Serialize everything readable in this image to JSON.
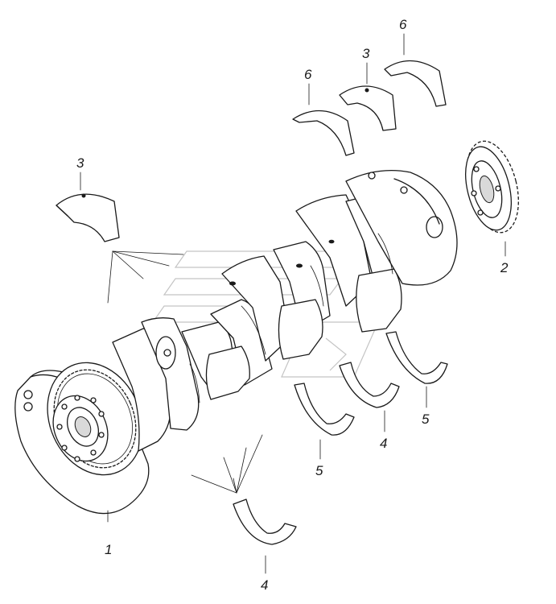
{
  "callouts": [
    {
      "id": "c1",
      "text": "1"
    },
    {
      "id": "c2",
      "text": "2"
    },
    {
      "id": "c3a",
      "text": "3"
    },
    {
      "id": "c3b",
      "text": "3"
    },
    {
      "id": "c4a",
      "text": "4"
    },
    {
      "id": "c4b",
      "text": "4"
    },
    {
      "id": "c5a",
      "text": "5"
    },
    {
      "id": "c5b",
      "text": "5"
    },
    {
      "id": "c6a",
      "text": "6"
    },
    {
      "id": "c6b",
      "text": "6"
    }
  ],
  "colors": {
    "line": "#1a1a1a",
    "background": "#ffffff",
    "watermark": "#c4c4c4"
  }
}
